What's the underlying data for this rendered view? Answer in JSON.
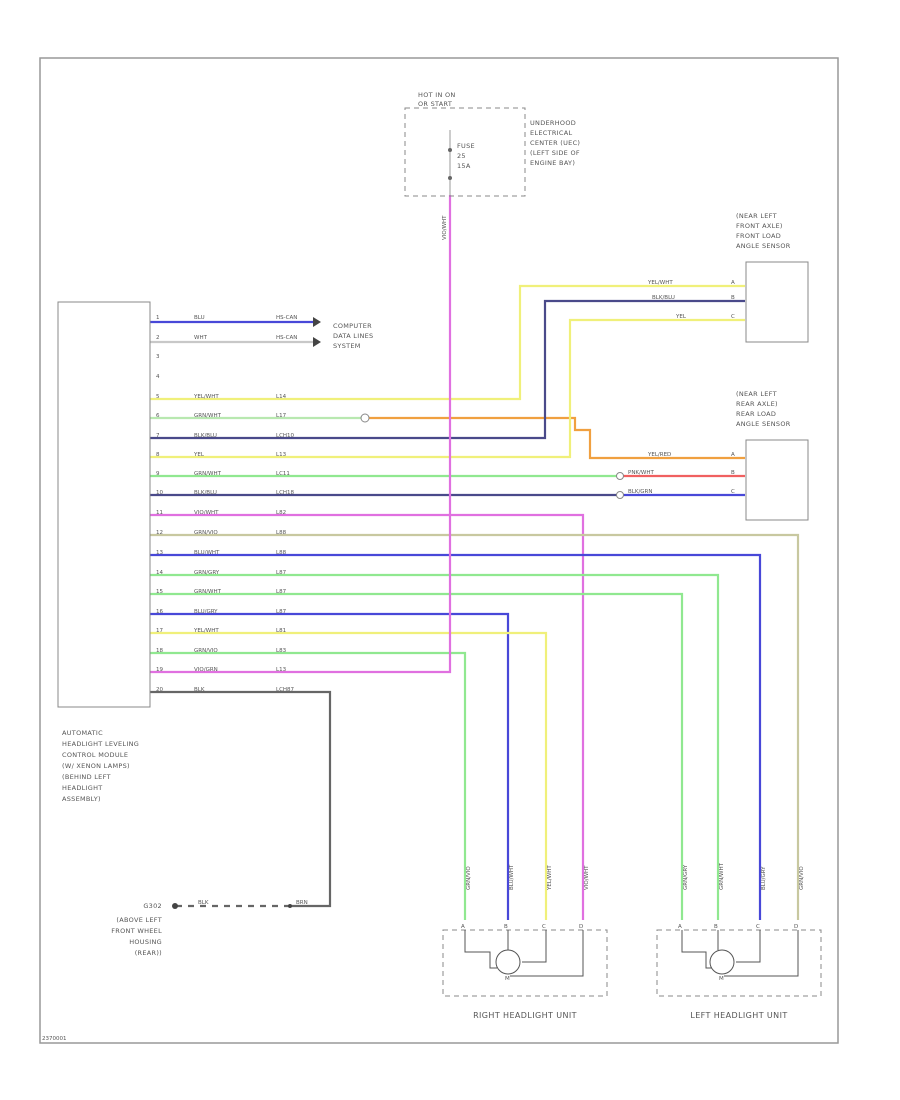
{
  "fuse_block": {
    "hot_label": [
      "HOT IN ON",
      "OR START"
    ],
    "fuse": [
      "FUSE",
      "25",
      "15A"
    ],
    "center_label": [
      "UNDERHOOD",
      "ELECTRICAL",
      "CENTER (UEC)",
      "(LEFT SIDE OF",
      "ENGINE BAY)"
    ],
    "wire_color": "VIO/WHT"
  },
  "front_sensor": {
    "label": [
      "(NEAR LEFT",
      "FRONT AXLE)",
      "FRONT LOAD",
      "ANGLE SENSOR"
    ],
    "wires": [
      {
        "color": "YEL/WHT",
        "pin": "A"
      },
      {
        "color": "BLK/BLU",
        "pin": "B"
      },
      {
        "color": "YEL",
        "pin": "C"
      }
    ]
  },
  "rear_sensor": {
    "label": [
      "(NEAR LEFT",
      "REAR AXLE)",
      "REAR LOAD",
      "ANGLE SENSOR"
    ],
    "wires": [
      {
        "color": "YEL/RED",
        "pin": "A"
      },
      {
        "color": "PNK/WHT",
        "pin": "B"
      },
      {
        "color": "BLK/GRN",
        "pin": "C"
      }
    ]
  },
  "computer_label": [
    "COMPUTER",
    "DATA LINES",
    "SYSTEM"
  ],
  "module": {
    "label": [
      "AUTOMATIC",
      "HEADLIGHT LEVELING",
      "CONTROL MODULE",
      "(W/ XENON LAMPS)",
      "(BEHIND LEFT",
      "HEADLIGHT",
      "ASSEMBLY)"
    ],
    "pins": [
      {
        "pin": "1",
        "color": "BLU",
        "circuit": "HS-CAN"
      },
      {
        "pin": "2",
        "color": "WHT",
        "circuit": "HS-CAN"
      },
      {
        "pin": "3",
        "color": "",
        "circuit": ""
      },
      {
        "pin": "4",
        "color": "",
        "circuit": ""
      },
      {
        "pin": "5",
        "color": "YEL/WHT",
        "circuit": "L14"
      },
      {
        "pin": "6",
        "color": "GRN/WHT",
        "circuit": "L17"
      },
      {
        "pin": "7",
        "color": "BLK/BLU",
        "circuit": "LCH10"
      },
      {
        "pin": "8",
        "color": "YEL",
        "circuit": "L13"
      },
      {
        "pin": "9",
        "color": "GRN/WHT",
        "circuit": "LC11"
      },
      {
        "pin": "10",
        "color": "BLK/BLU",
        "circuit": "LCH18"
      },
      {
        "pin": "11",
        "color": "VIO/WHT",
        "circuit": "L82"
      },
      {
        "pin": "12",
        "color": "GRN/VIO",
        "circuit": "L88"
      },
      {
        "pin": "13",
        "color": "BLU/WHT",
        "circuit": "L88"
      },
      {
        "pin": "14",
        "color": "GRN/GRY",
        "circuit": "L87"
      },
      {
        "pin": "15",
        "color": "GRN/WHT",
        "circuit": "L87"
      },
      {
        "pin": "16",
        "color": "BLU/GRY",
        "circuit": "L87"
      },
      {
        "pin": "17",
        "color": "YEL/WHT",
        "circuit": "L81"
      },
      {
        "pin": "18",
        "color": "GRN/VIO",
        "circuit": "L83"
      },
      {
        "pin": "19",
        "color": "VIO/GRN",
        "circuit": "L13"
      },
      {
        "pin": "20",
        "color": "BLK",
        "circuit": "LCH87"
      }
    ]
  },
  "ground": {
    "label": [
      "G302",
      "(ABOVE LEFT",
      "FRONT WHEEL",
      "HOUSING",
      "(REAR))"
    ],
    "wire_left": "BLK",
    "wire_right": "BRN"
  },
  "right_unit": {
    "label": "RIGHT HEADLIGHT UNIT",
    "wires": [
      "GRN/VIO",
      "BLU/WHT",
      "YEL/WHT",
      "VIO/WHT"
    ],
    "pins": [
      "A",
      "B",
      "C",
      "D"
    ],
    "motor": "M"
  },
  "left_unit": {
    "label": "LEFT HEADLIGHT UNIT",
    "wires": [
      "GRN/GRY",
      "GRN/WHT",
      "BLU/GRY",
      "GRN/VIO"
    ],
    "pins": [
      "A",
      "B",
      "C",
      "D"
    ],
    "motor": "M"
  },
  "colors": {
    "blue": "#4848d8",
    "violet": "#e070e0",
    "green": "#90e890",
    "yellow": "#f0f07a",
    "orange": "#f0a040",
    "red": "#f06060",
    "gray": "#b0b0b0",
    "dark_gray": "#666666",
    "border": "#999999"
  },
  "footer_code": "2370001"
}
